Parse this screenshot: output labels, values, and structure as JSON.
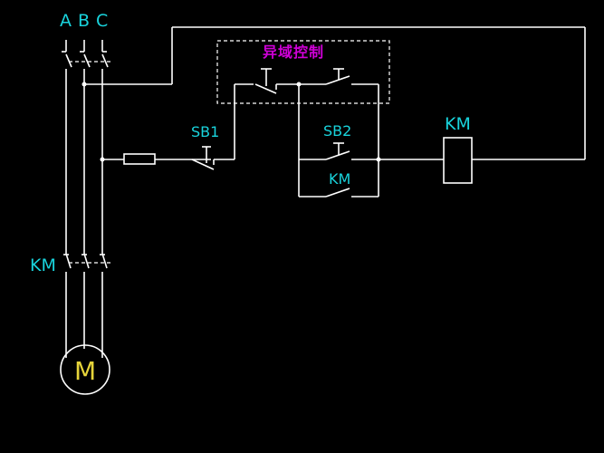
{
  "phases": [
    "A",
    "B",
    "C"
  ],
  "contactor_main_label": "KM",
  "remote_control_label": "异域控制",
  "stop_button_label": "SB1",
  "start_button_label": "SB2",
  "self_hold_contact_label": "KM",
  "coil_label": "KM",
  "motor_label": "M",
  "colors": {
    "background": "#000000",
    "wire": "#ffffff",
    "label": "#19d3dc",
    "remote_label": "#d000d8",
    "motor_label": "#e6d43a"
  }
}
